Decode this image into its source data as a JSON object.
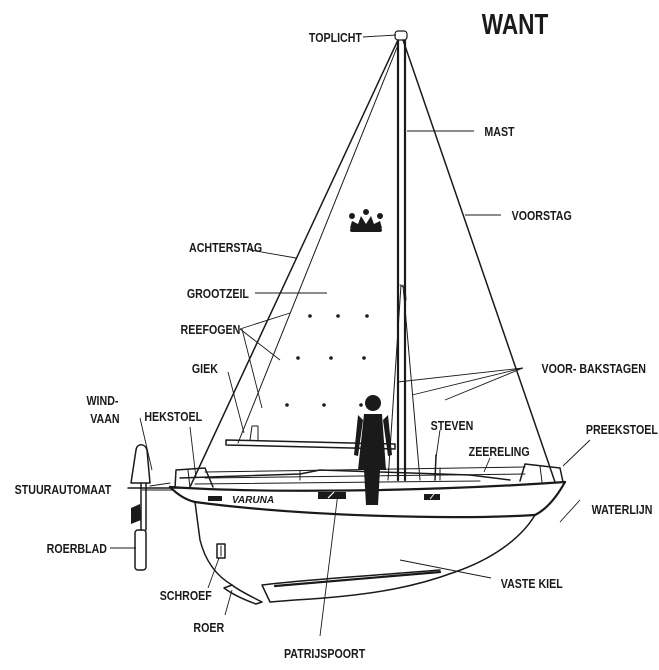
{
  "title": "WANT",
  "boat_name": "VARUNA",
  "labels": {
    "toplicht": "TOPLICHT",
    "mast": "MAST",
    "voorstag": "VOORSTAG",
    "achterstag": "ACHTERSTAG",
    "grootzeil": "GROOTZEIL",
    "reefogen": "REEFOGEN",
    "giek": "GIEK",
    "voor_bakstagen": "VOOR- BAKSTAGEN",
    "wind": "WIND-",
    "vaan": "VAAN",
    "hekstoel": "HEKSTOEL",
    "steven": "STEVEN",
    "preekstoel": "PREEKSTOEL",
    "zeereling": "ZEERELING",
    "stuurautomaat": "STUURAUTOMAAT",
    "waterlijn": "WATERLIJN",
    "roerblad": "ROERBLAD",
    "vaste_kiel": "VASTE KIEL",
    "schroef": "SCHROEF",
    "roer": "ROER",
    "patrijspoort": "PATRIJSPOORT"
  }
}
